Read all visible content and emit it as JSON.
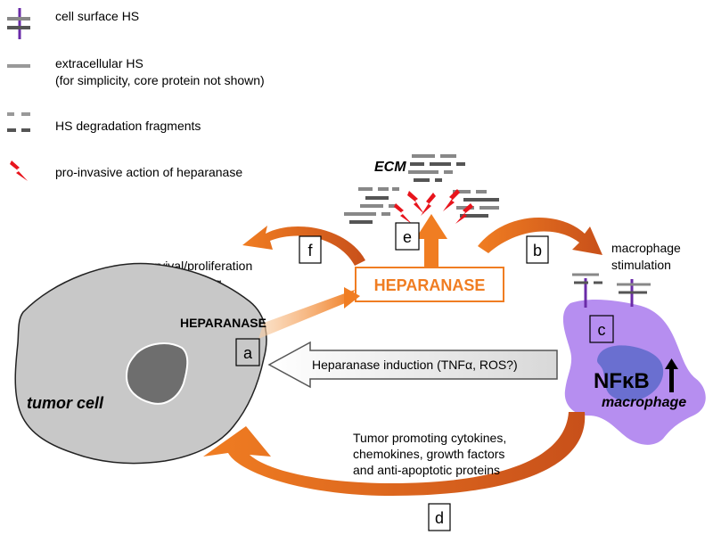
{
  "legend": {
    "cell_surface_hs": "cell surface HS",
    "extracellular_hs_line1": "extracellular HS",
    "extracellular_hs_line2": "(for simplicity, core protein not shown)",
    "hs_fragments": "HS degradation fragments",
    "pro_invasive": "pro-invasive action of heparanase"
  },
  "ecm": "ECM",
  "heparanase_box": "HEPARANASE",
  "heparanase_tumor": "HEPARANASE",
  "tumor_cell": "tumor cell",
  "macrophage": "macrophage",
  "nfkb": "NFκB",
  "survival_line1": "survival/proliferation",
  "survival_line2": "signaling",
  "macrophage_stim_line1": "macrophage",
  "macrophage_stim_line2": "stimulation",
  "induction": "Heparanase induction (TNFα, ROS?)",
  "cytokines": [
    "Tumor promoting cytokines,",
    "chemokines, growth factors",
    "and anti-apoptotic proteins"
  ],
  "labels": {
    "a": "a",
    "b": "b",
    "c": "c",
    "d": "d",
    "e": "e",
    "f": "f"
  },
  "colors": {
    "orange": "#f07d22",
    "dark_orange": "#c8501a",
    "tumor_fill": "#c8c8c8",
    "nucleus_fill": "#6e6e6e",
    "macrophage_fill": "#b68ef0",
    "nucleus_mac": "#6a6fd0",
    "hs_purple": "#6a2ba8",
    "hs_gray": "#8c8c8c",
    "hs_dark": "#555555",
    "lightning": "#e8141c"
  }
}
